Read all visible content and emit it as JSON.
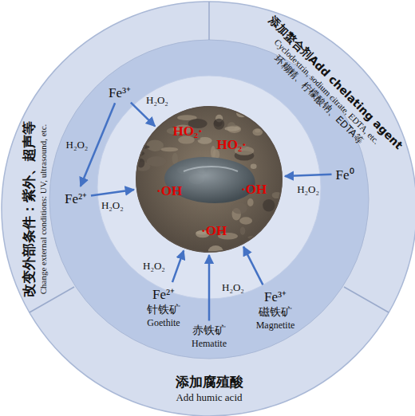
{
  "diagram": {
    "nodes": [
      {
        "text": [
          "改变外部条件：紫外、超声等",
          "Change external conditions: UV, ultrasound, etc."
        ]
      },
      {
        "text": [
          "添加螯合剂Add chelating agent",
          "Cyclodextrin, sodium citrate, EDTA, etc.",
          "环糊精、柠檬酸钠、EDTA等"
        ]
      },
      {
        "text": [
          "添加腐殖酸",
          "Add humic acid"
        ]
      },
      {
        "text": [
          "HO₂·",
          "HO₂·",
          "·OH",
          "·OH",
          "·OH"
        ]
      },
      {
        "text": [
          "Fe³⁺"
        ]
      },
      {
        "text": [
          "Fe²⁺"
        ]
      },
      {
        "text": [
          "Fe⁰"
        ]
      },
      {
        "text": [
          "Fe²⁺",
          "针铁矿",
          "Goethite"
        ]
      },
      {
        "text": [
          "赤铁矿",
          "Hematite"
        ]
      },
      {
        "text": [
          "Fe³⁺",
          "磁铁矿",
          "Magnetite"
        ]
      }
    ],
    "edges": [
      {
        "from": 4,
        "to": 3,
        "label": "H₂O₂",
        "arrow": "to"
      },
      {
        "from": 4,
        "to": 5,
        "label": "H₂O₂",
        "arrow": "to"
      },
      {
        "from": 5,
        "to": 3,
        "label": "H₂O₂",
        "arrow": "to"
      },
      {
        "from": 6,
        "to": 3,
        "label": "H₂O₂",
        "arrow": "to"
      },
      {
        "from": 7,
        "to": 3,
        "label": "H₂O₂",
        "arrow": "to"
      },
      {
        "from": 8,
        "to": 3,
        "label": "H₂O₂",
        "arrow": "to"
      },
      {
        "from": 9,
        "to": 3,
        "arrow": "to"
      }
    ]
  }
}
